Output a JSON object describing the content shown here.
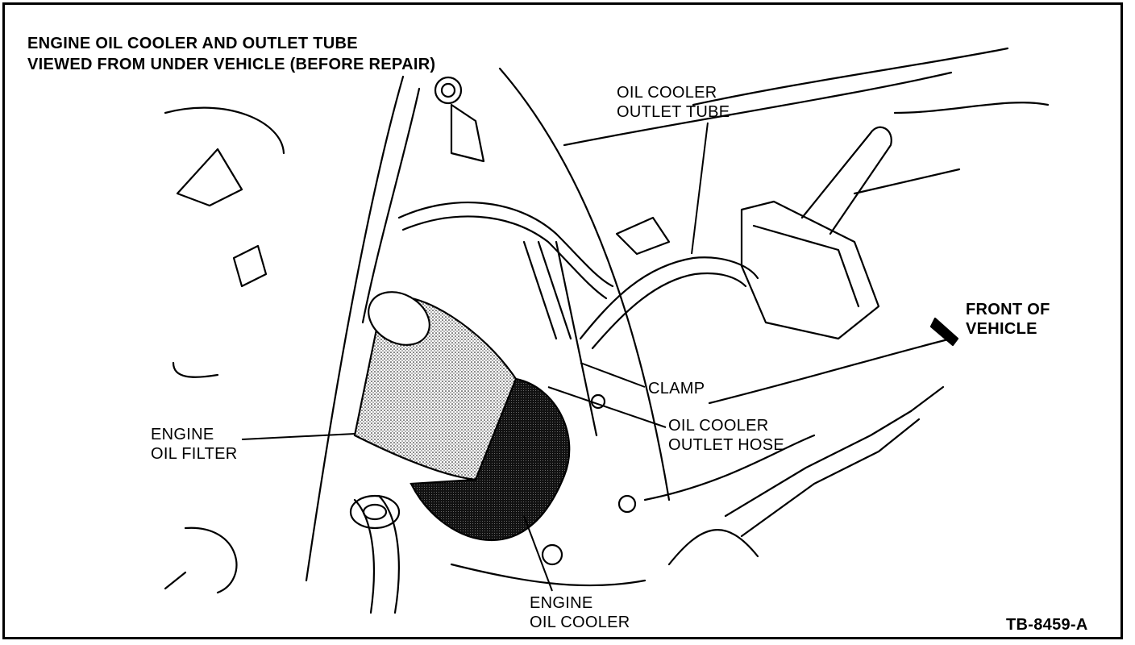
{
  "title": {
    "line1": "ENGINE OIL COOLER AND OUTLET TUBE",
    "line2": "VIEWED FROM UNDER VEHICLE (BEFORE REPAIR)"
  },
  "callouts": {
    "oil_cooler_outlet_tube": {
      "line1": "OIL COOLER",
      "line2": "OUTLET TUBE"
    },
    "front_of_vehicle": {
      "line1": "FRONT OF",
      "line2": "VEHICLE"
    },
    "clamp": "CLAMP",
    "oil_cooler_outlet_hose": {
      "line1": "OIL COOLER",
      "line2": "OUTLET HOSE"
    },
    "engine_oil_filter": {
      "line1": "ENGINE",
      "line2": "OIL FILTER"
    },
    "engine_oil_cooler": {
      "line1": "ENGINE",
      "line2": "OIL COOLER"
    }
  },
  "figure_id": "TB-8459-A",
  "colors": {
    "ink": "#000000",
    "paper": "#ffffff",
    "filter_shade": "#cfcfcf",
    "cooler_shade": "#2a2a2a"
  }
}
